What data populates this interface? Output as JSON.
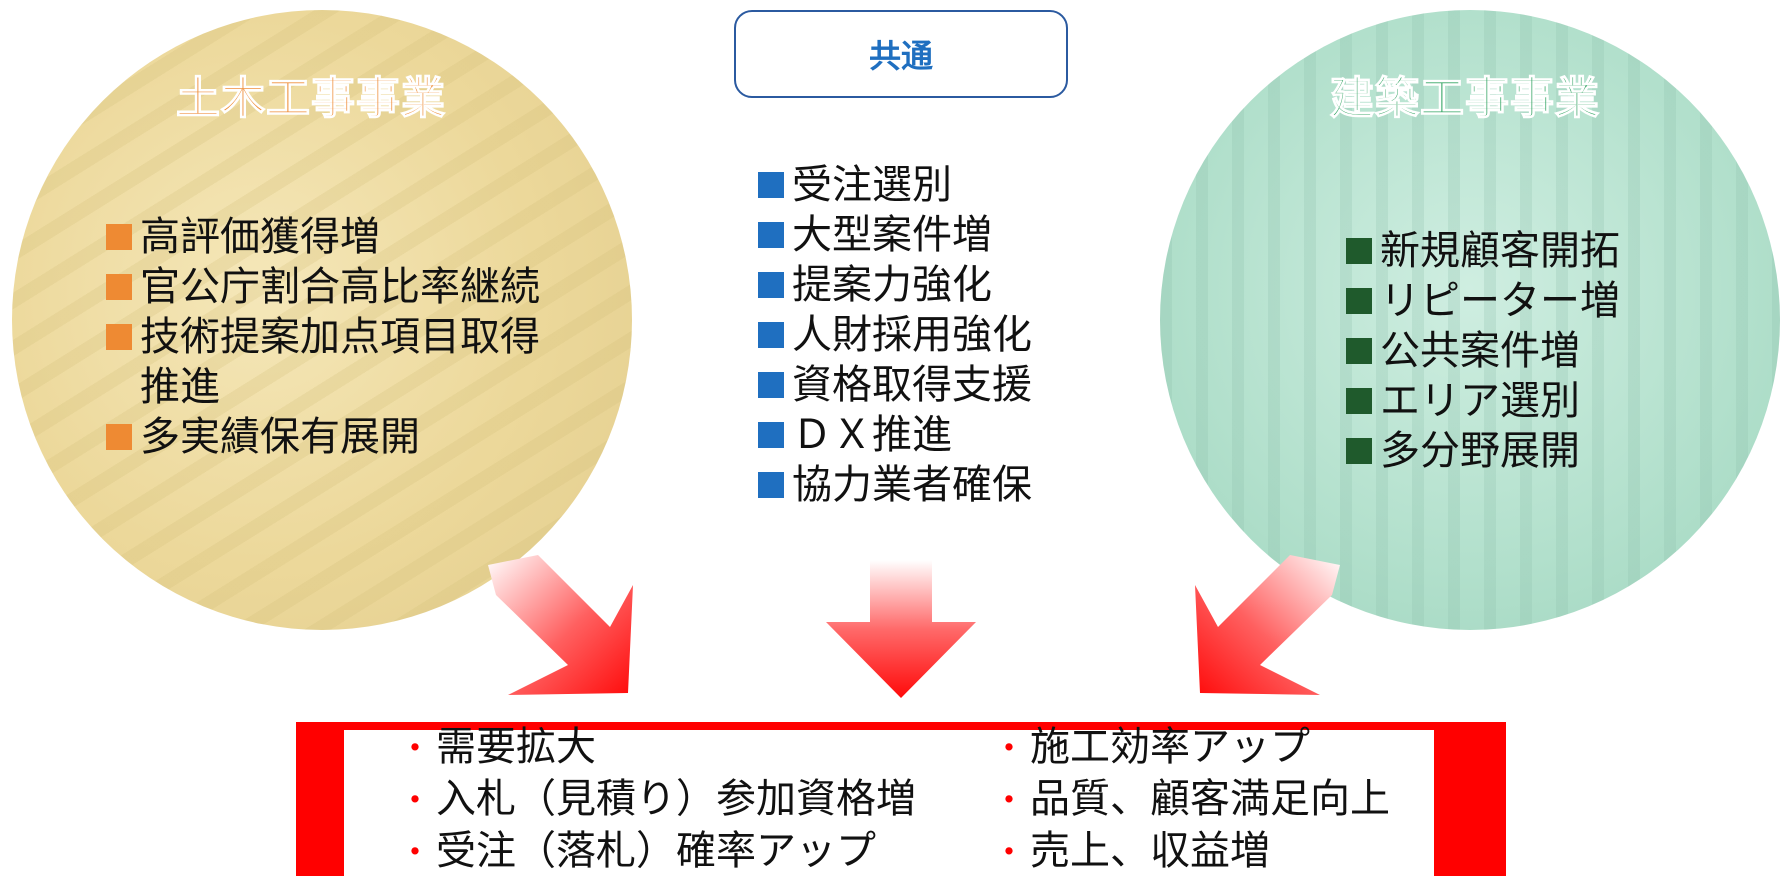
{
  "civil": {
    "title": "土木工事事業",
    "items": [
      "高評価獲得増",
      "官公庁割合高比率継続",
      "技術提案加点項目取得\n推進",
      "多実績保有展開"
    ]
  },
  "common": {
    "title": "共通",
    "items": [
      "受注選別",
      "大型案件増",
      "提案力強化",
      "人財採用強化",
      "資格取得支援",
      "ＤＸ推進",
      "協力業者確保"
    ]
  },
  "architecture": {
    "title": "建築工事事業",
    "items": [
      "新規顧客開拓",
      "リピーター増",
      "公共案件増",
      "エリア選別",
      "多分野展開"
    ]
  },
  "results": {
    "bullet": "・",
    "left": [
      "需要拡大",
      "入札（見積り）参加資格増",
      "受注（落札）確率アップ"
    ],
    "right": [
      "施工効率アップ",
      "品質、顧客満足向上",
      "売上、収益増"
    ]
  },
  "colors": {
    "civil_accent": "#ee8a33",
    "common_accent": "#1f6fc0",
    "architecture_accent": "#2aa05c",
    "architecture_bullet": "#1f5a2c",
    "result_frame": "#ff0000",
    "arrow": "#ff2020"
  },
  "icons": {
    "bullet": "square-bullet-icon",
    "arrow": "down-arrow-icon"
  }
}
